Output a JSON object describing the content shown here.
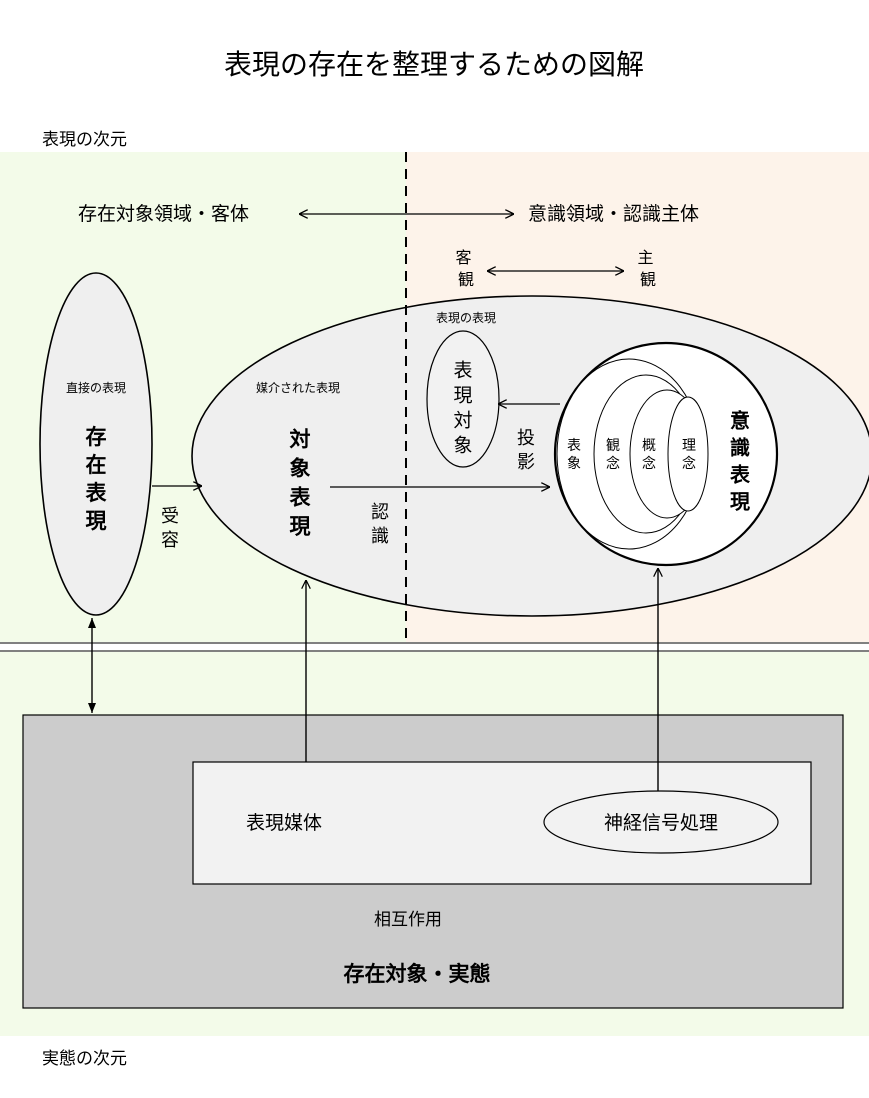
{
  "title": "表現の存在を整理するための図解",
  "labels": {
    "dimension_expression": "表現の次元",
    "dimension_reality": "実態の次元",
    "object_domain": "存在対象領域・客体",
    "consciousness_domain": "意識領域・認識主体",
    "objective": "客観",
    "subjective": "主観",
    "expression_of_expression": "表現の表現",
    "expression_object": "表現対象",
    "projection": "投影",
    "direct_expression": "直接の表現",
    "existence_expression": "存在表現",
    "reception": "受容",
    "mediated_expression": "媒介された表現",
    "object_expression": "対象表現",
    "cognition": "認識",
    "representation": "表象",
    "concept": "観念",
    "notion": "概念",
    "idea": "理念",
    "consciousness_expression": "意識表現",
    "expression_medium": "表現媒体",
    "neural_signal": "神経信号処理",
    "interaction": "相互作用",
    "reality_object": "存在対象・実態"
  },
  "colors": {
    "left_region": "#f3fbe9",
    "right_region": "#fdf3ea",
    "bottom_region": "#f3fbe9",
    "outer_box": "#cccccc",
    "inner_box": "#f2f2f2",
    "ellipse_fill": "#efefef",
    "line": "#000000"
  }
}
